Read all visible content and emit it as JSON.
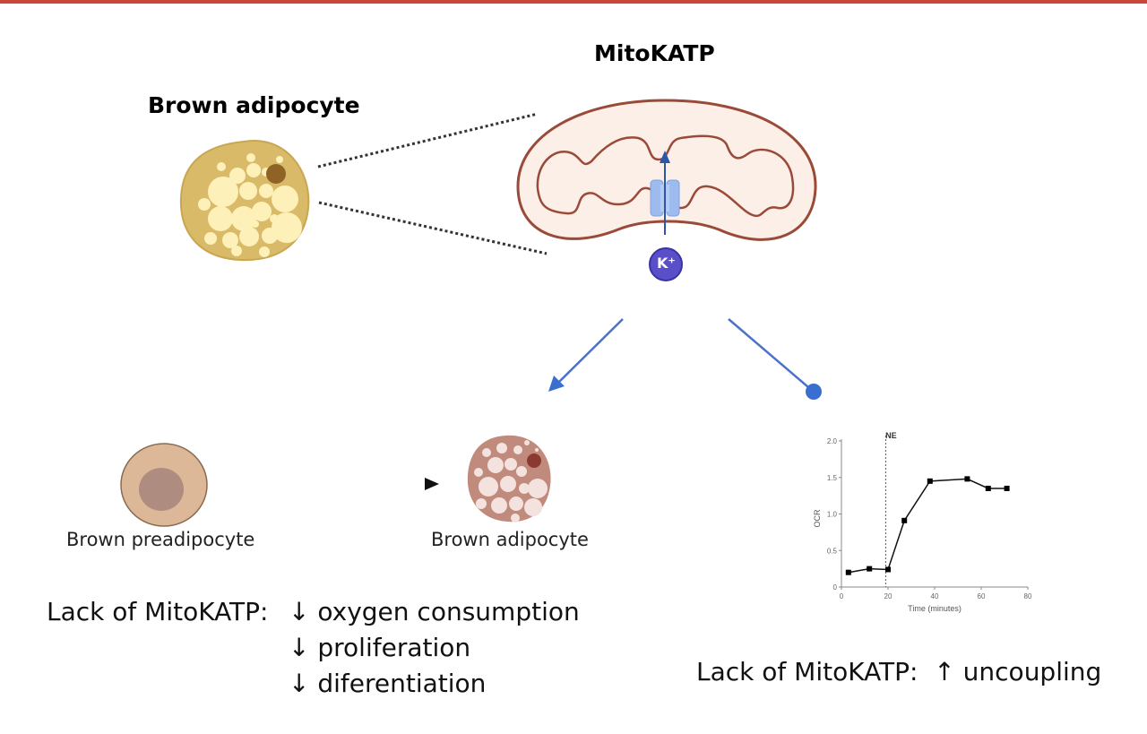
{
  "colors": {
    "top_bar": "#c8453c",
    "mito_outline": "#9a4a38",
    "mito_fill": "#fcefe8",
    "channel": "#9dbbee",
    "arrow_blue": "#3a6fcf",
    "k_ion": "#5a4fc8",
    "brown_cell": "#d7b865",
    "droplet": "#fdf0b8",
    "mature_cell": "#c08a7c"
  },
  "top": {
    "cell_title": "Brown adipocyte",
    "mito_title": "MitoKATP",
    "ion_label": "K⁺"
  },
  "differentiation": {
    "from_label": "Brown preadipocyte",
    "to_label": "Brown adipocyte"
  },
  "effects_left": {
    "prefix": "Lack of MitoKATP:",
    "items": [
      {
        "icon": "↓",
        "text": "oxygen consumption"
      },
      {
        "icon": "↓",
        "text": "proliferation"
      },
      {
        "icon": "↓",
        "text": "diferentiation"
      }
    ]
  },
  "effects_right": {
    "prefix": "Lack of MitoKATP:",
    "icon": "↑",
    "text": "uncoupling"
  },
  "chart_data": {
    "type": "line",
    "title": "",
    "xlabel": "Time (minutes)",
    "ylabel": "OCR",
    "xlim": [
      0,
      80
    ],
    "ylim": [
      0,
      2.0
    ],
    "xticks": [
      0,
      20,
      40,
      60,
      80
    ],
    "yticks": [
      0,
      0.5,
      1.0,
      1.5,
      2.0
    ],
    "ytick_labels": [
      "0",
      "0.5",
      "1.0",
      "1.5",
      "2.0"
    ],
    "grid": false,
    "annotation": {
      "label": "NE",
      "x": 19
    },
    "series": [
      {
        "name": "OCR",
        "x": [
          3,
          12,
          20,
          27,
          38,
          54,
          63,
          71
        ],
        "y": [
          0.2,
          0.25,
          0.24,
          0.91,
          1.45,
          1.48,
          1.35,
          1.35
        ]
      }
    ]
  }
}
